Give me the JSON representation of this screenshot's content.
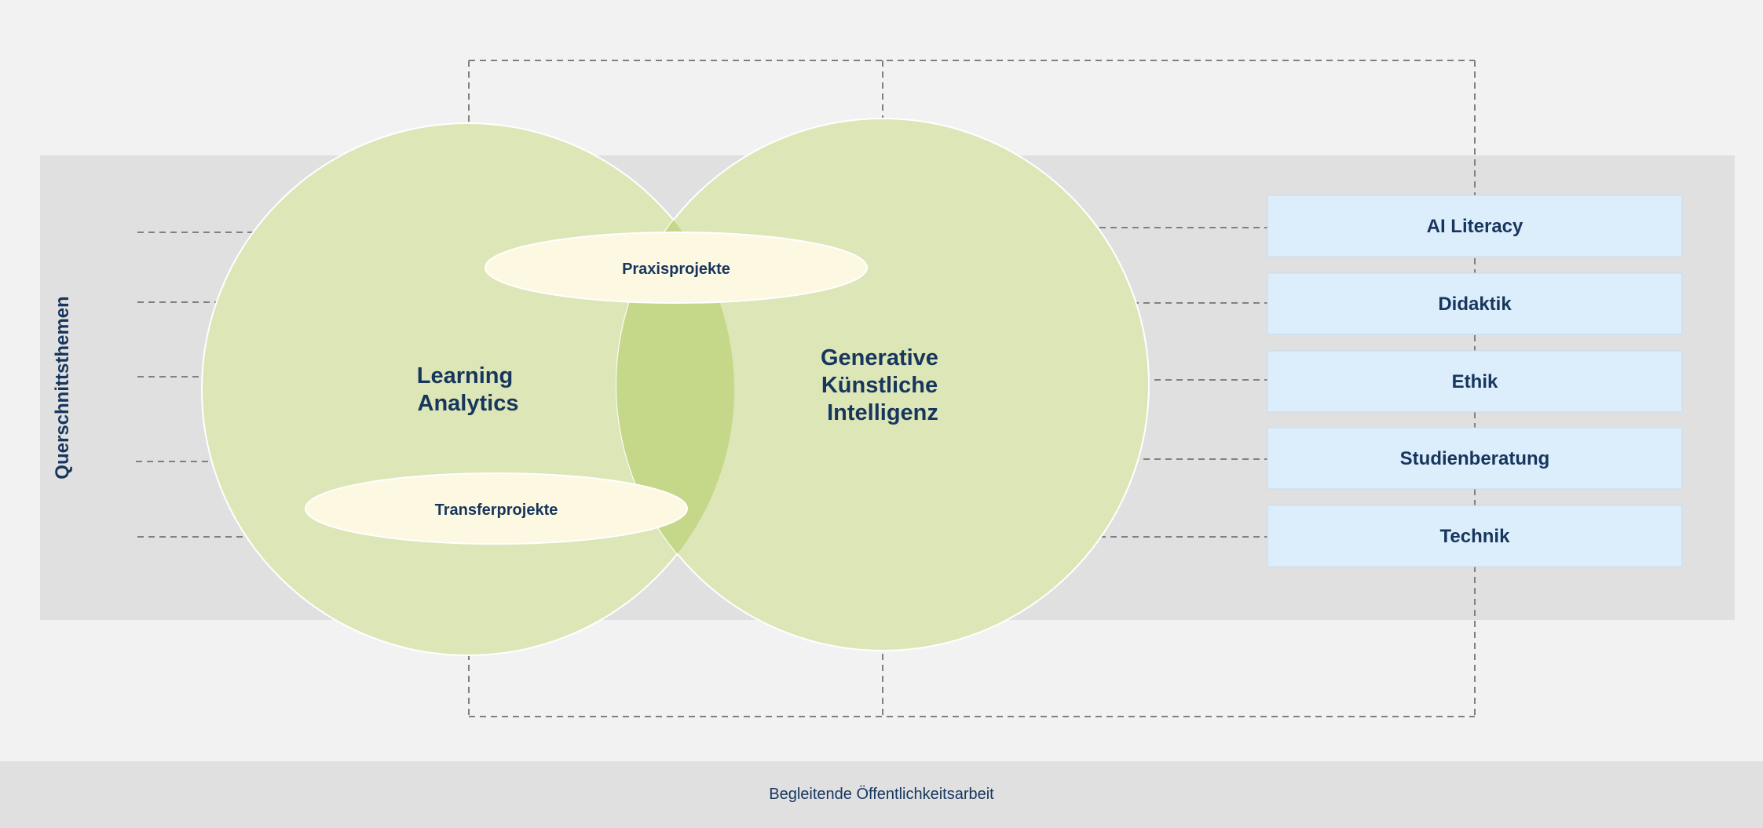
{
  "colors": {
    "page_background": "#f2f2f2",
    "band_background": "#e0e0e0",
    "circle_fill": "#dde6b7",
    "circle_overlap": "#c5d789",
    "ellipse_fill": "#fdf8e1",
    "topic_box_fill": "#dcedfb",
    "text": "#17365d",
    "dashed_line": "#808080"
  },
  "side_label": "Querschnittsthemen",
  "circles": {
    "left": "Learning Analytics",
    "right": "Generative Künstliche Intelligenz"
  },
  "circle_lines": {
    "left": [
      "Learning",
      "Analytics"
    ],
    "right": [
      "Generative",
      "Künstliche",
      "Intelligenz"
    ]
  },
  "projects": {
    "praxis": "Praxisprojekte",
    "transfer": "Transferprojekte"
  },
  "topics": [
    "AI Literacy",
    "Didaktik",
    "Ethik",
    "Studienberatung",
    "Technik"
  ],
  "footer": "Begleitende Öffentlichkeitsarbeit"
}
